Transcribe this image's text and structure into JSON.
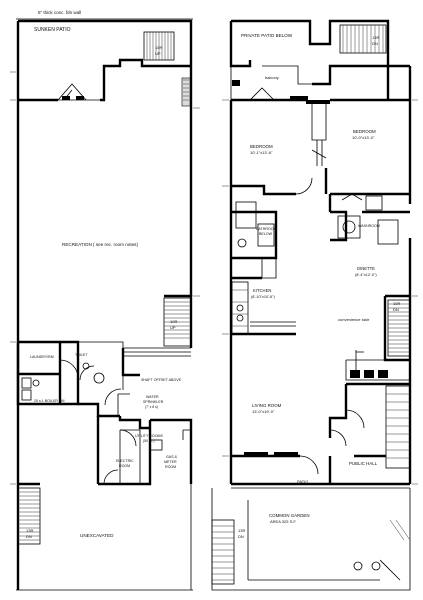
{
  "left_plan": {
    "note": "6\" thick conc. fdn wall",
    "sunken_patio": "SUNKEN PATIO",
    "stair_up_top": [
      "10R",
      "UP"
    ],
    "recreation": "RECREATION ( see rec. room notes)",
    "stair_up_mid": [
      "10R",
      "UP"
    ],
    "laundry": "LAUNDRY/RM",
    "toilet": "TOILET",
    "boiler_rm": "25 s.f. BOILER RM",
    "shaft_offset": "SHAFT OFFSET ABOVE",
    "water_sprinkler": [
      "WATER",
      "SPRINKLER",
      "(7' x 8 s)"
    ],
    "utility_rooms": [
      "UTILITY ROOMS",
      "(50 s.f.)"
    ],
    "gas_meter": [
      "GAS &",
      "METER",
      "ROOM"
    ],
    "electric_room": [
      "ELECTRIC",
      "ROOM"
    ],
    "stair_down_bottom": [
      "13R",
      "DN"
    ],
    "unexcavated": "UNEXCAVATED"
  },
  "right_plan": {
    "private_patio": "PRIVATE PATIO BELOW",
    "stair_dn_top": [
      "13R",
      "DN"
    ],
    "balcony": "balcony",
    "bedroom_left": [
      "BEDROOM",
      "10'-1\"x13'-6\""
    ],
    "bedroom_right": [
      "BEDROOM",
      "10'-0\"x13'-0\""
    ],
    "bathroom": [
      "BATHROOM",
      "BELOW"
    ],
    "washroom": "WASHROOM",
    "dinette": [
      "DINETTE",
      "(8'-4\"x12'-0\")"
    ],
    "kitchen": [
      "KITCHEN",
      "(8'-10\"x10'-6\")"
    ],
    "convenience_stair": "convenience stair",
    "stair_mid": [
      "10R",
      "DN"
    ],
    "living_room": [
      "LIVING ROOM",
      "13'-0\"x19'-0\""
    ],
    "public_hall": "PUBLIC HALL",
    "patio": "PATIO",
    "common_garden": [
      "COMMON GARDEN",
      "AREA 325 S.F."
    ],
    "stair_bottom": [
      "13R",
      "DN"
    ]
  }
}
